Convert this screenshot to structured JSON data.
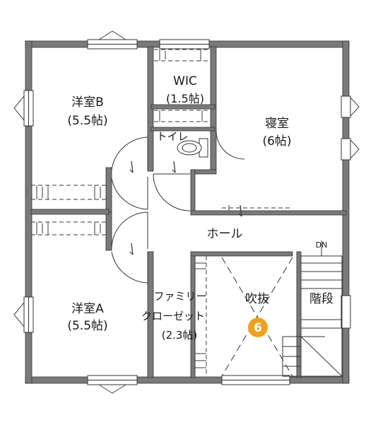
{
  "rooms": {
    "western_b": {
      "name": "洋室B",
      "size": "(5.5帖)"
    },
    "western_a": {
      "name": "洋室A",
      "size": "(5.5帖)"
    },
    "wic": {
      "name": "WIC",
      "size": "(1.5帖)"
    },
    "toilet": {
      "name": "トイレ"
    },
    "bedroom": {
      "name": "寝室",
      "size": "(6帖)"
    },
    "hall": {
      "name": "ホール"
    },
    "family_closet": {
      "line1": "ファミリー",
      "line2": "クローゼット",
      "size": "(2.3帖)"
    },
    "void": {
      "name": "吹抜"
    },
    "stairs": {
      "name": "階段",
      "direction": "DN"
    }
  },
  "marker": {
    "number": "6",
    "color": "#f0a020"
  },
  "colors": {
    "wall": "#7a7a7a",
    "line": "#3a3a3a",
    "door": "#333333",
    "background": "#ffffff"
  }
}
